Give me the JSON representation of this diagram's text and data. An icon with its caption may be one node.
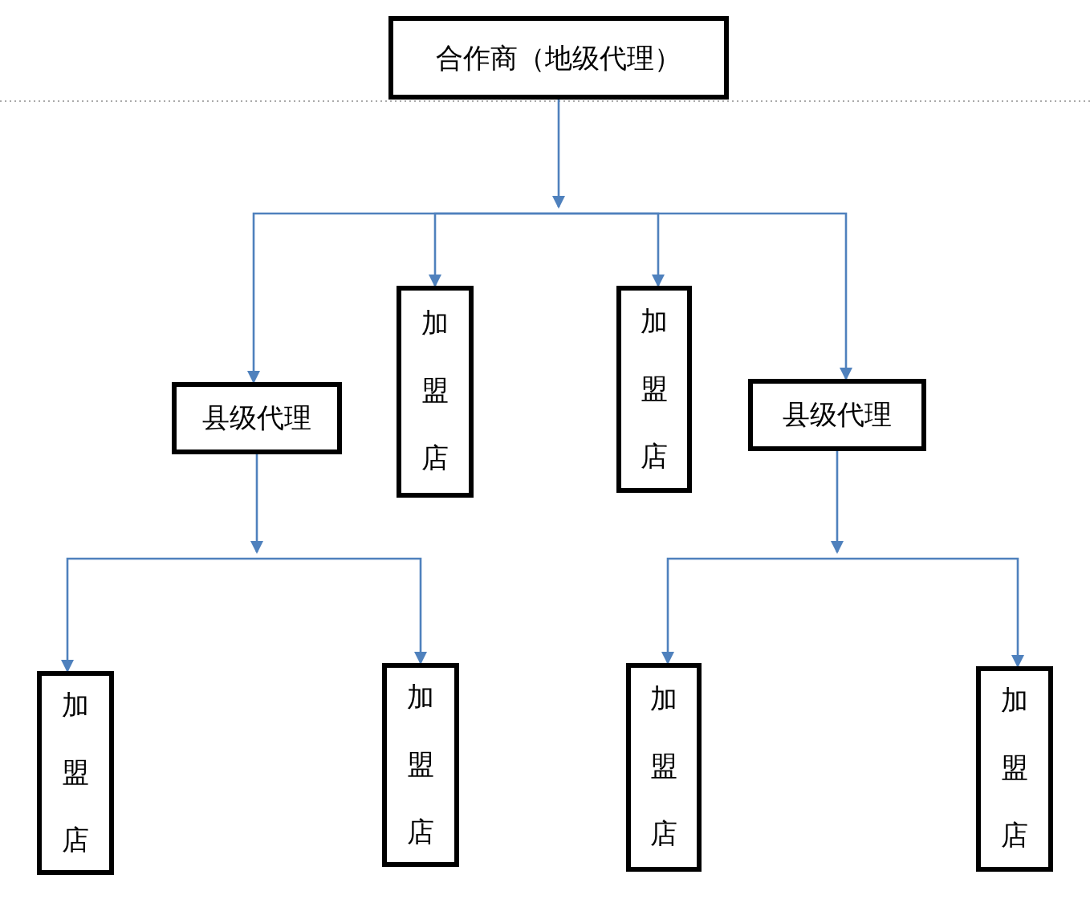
{
  "diagram": {
    "nodes": [
      {
        "text": [
          "合作商（地级代理）"
        ]
      },
      {
        "text": [
          "县级代理"
        ]
      },
      {
        "text": [
          "加盟店"
        ]
      },
      {
        "text": [
          "加盟店"
        ]
      },
      {
        "text": [
          "县级代理"
        ]
      },
      {
        "text": [
          "加盟店"
        ]
      },
      {
        "text": [
          "加盟店"
        ]
      },
      {
        "text": [
          "加盟店"
        ]
      },
      {
        "text": [
          "加盟店"
        ]
      }
    ],
    "edges": [
      {
        "from": 0,
        "to": 1,
        "arrow": "to"
      },
      {
        "from": 0,
        "to": 2,
        "arrow": "to"
      },
      {
        "from": 0,
        "to": 3,
        "arrow": "to"
      },
      {
        "from": 0,
        "to": 4,
        "arrow": "to"
      },
      {
        "from": 1,
        "to": 5,
        "arrow": "to"
      },
      {
        "from": 1,
        "to": 6,
        "arrow": "to"
      },
      {
        "from": 4,
        "to": 7,
        "arrow": "to"
      },
      {
        "from": 4,
        "to": 8,
        "arrow": "to"
      }
    ]
  }
}
